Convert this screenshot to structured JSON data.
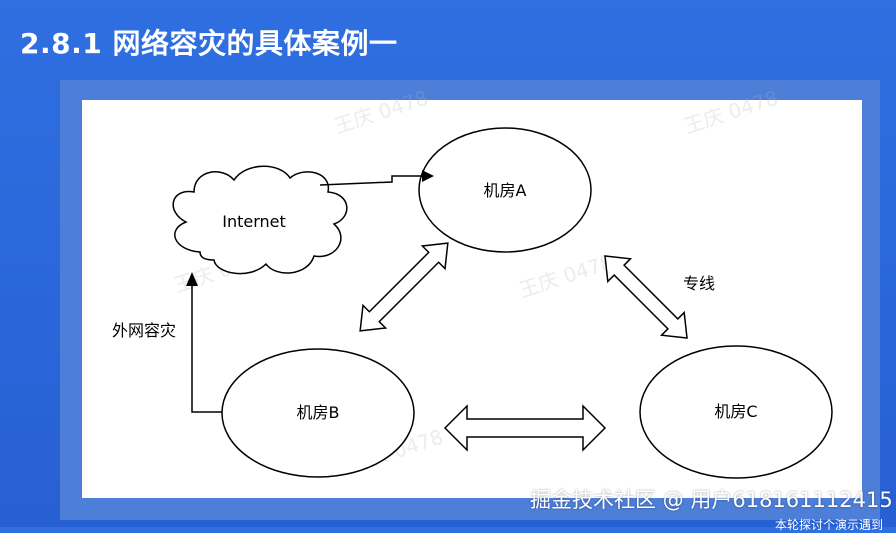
{
  "title": "2.8.1 网络容灾的具体案例一",
  "diagram": {
    "nodes": {
      "internet": "Internet",
      "room_a": "机房A",
      "room_b": "机房B",
      "room_c": "机房C"
    },
    "labels": {
      "external_dr": "外网容灾",
      "dedicated_line": "专线"
    },
    "watermark": "王庆 0478"
  },
  "footer": {
    "credit": "掘金技术社区 @ 用户618161112415",
    "cut_text": "本轮探讨个演示遇到"
  }
}
